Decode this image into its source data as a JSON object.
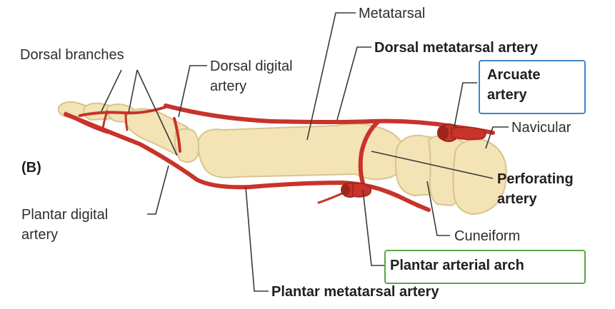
{
  "figure": {
    "panel_label": "(B)",
    "labels": {
      "metatarsal": "Metatarsal",
      "dorsal_branches": "Dorsal branches",
      "dorsal_digital_artery_line1": "Dorsal digital",
      "dorsal_digital_artery_line2": "artery",
      "dorsal_metatarsal_artery": "Dorsal metatarsal artery",
      "arcuate_artery_line1": "Arcuate",
      "arcuate_artery_line2": "artery",
      "navicular": "Navicular",
      "perforating_artery_line1": "Perforating",
      "perforating_artery_line2": "artery",
      "plantar_digital_artery_line1": "Plantar digital",
      "plantar_digital_artery_line2": "artery",
      "cuneiform": "Cuneiform",
      "plantar_arterial_arch": "Plantar arterial arch",
      "plantar_metatarsal_artery": "Plantar metatarsal artery"
    },
    "colors": {
      "bone_fill": "#f4e3b4",
      "bone_stroke": "#d8c48e",
      "artery": "#c8332a",
      "artery_dark": "#9e241d",
      "leader_line": "#3a3a3a",
      "arcuate_box": "#3f86c8",
      "arch_box": "#59a548"
    }
  }
}
